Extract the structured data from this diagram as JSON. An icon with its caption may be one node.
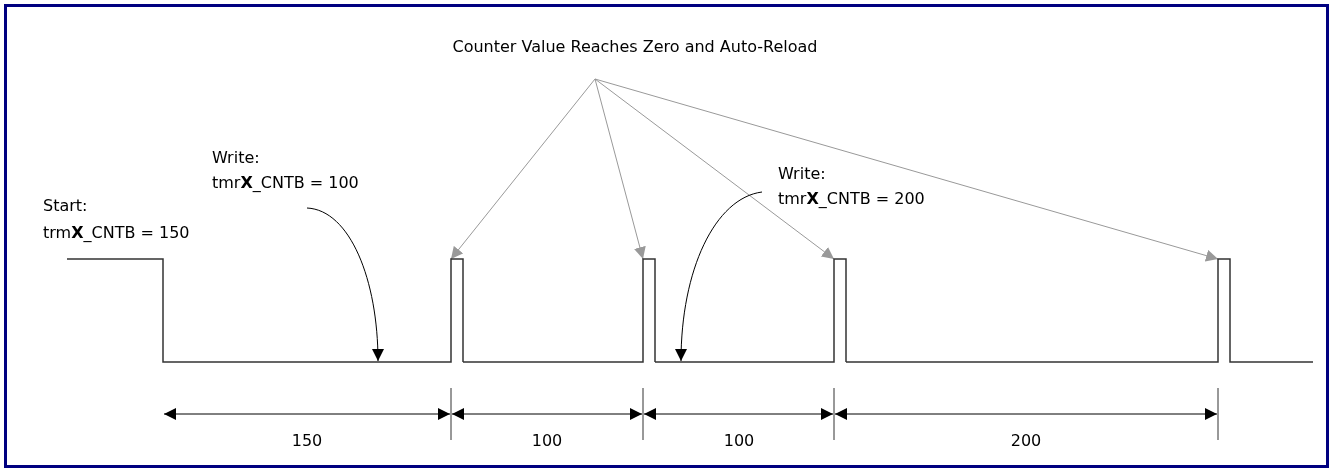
{
  "diagram": {
    "nodes": [
      {
        "text": [
          "Counter Value Reaches Zero and Auto-Reload"
        ]
      },
      {
        "text": [],
        "shape": "line"
      },
      {
        "text": [],
        "shape": "line"
      },
      {
        "text": [],
        "shape": "line"
      },
      {
        "text": [],
        "shape": "line"
      },
      {
        "text": [
          "Write:",
          "tmr**X**_CNTB = 100"
        ]
      },
      {
        "text": [
          "Write:",
          "tmr**X**_CNTB = 200"
        ]
      }
    ],
    "edges": [
      {
        "from": 0,
        "to": 1,
        "arrow": "to"
      },
      {
        "from": 0,
        "to": 2,
        "arrow": "to"
      },
      {
        "from": 0,
        "to": 3,
        "arrow": "to"
      },
      {
        "from": 0,
        "to": 4,
        "arrow": "to"
      },
      {
        "from": 5,
        "to": 1,
        "arrow": "to",
        "color": "#000000"
      },
      {
        "from": 6,
        "to": 3,
        "arrow": "to",
        "color": "#000000"
      }
    ],
    "labels": [
      "Start:",
      "trm**X**_CNTB = 150",
      "150",
      "100",
      "100",
      "200"
    ]
  }
}
